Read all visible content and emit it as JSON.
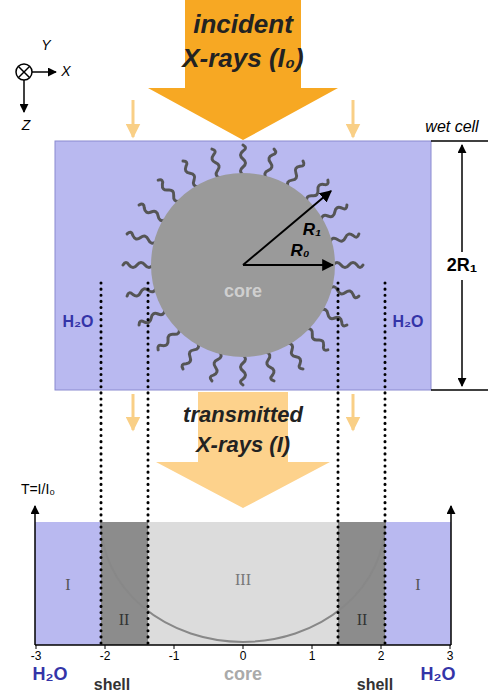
{
  "diagram": {
    "labels": [
      "incident",
      "X-rays (I₀)",
      "X",
      "Y",
      "Z",
      "wet cell",
      "R₁",
      "R₀",
      "2R₁",
      "core",
      "H₂O",
      "H₂O",
      "transmitted",
      "X-rays (I)",
      "T=I/I₀",
      "I",
      "II",
      "III",
      "II",
      "I",
      "-3",
      "-2",
      "-1",
      "0",
      "1",
      "2",
      "3",
      "H₂O",
      "shell",
      "core",
      "shell",
      "H₂O"
    ]
  }
}
